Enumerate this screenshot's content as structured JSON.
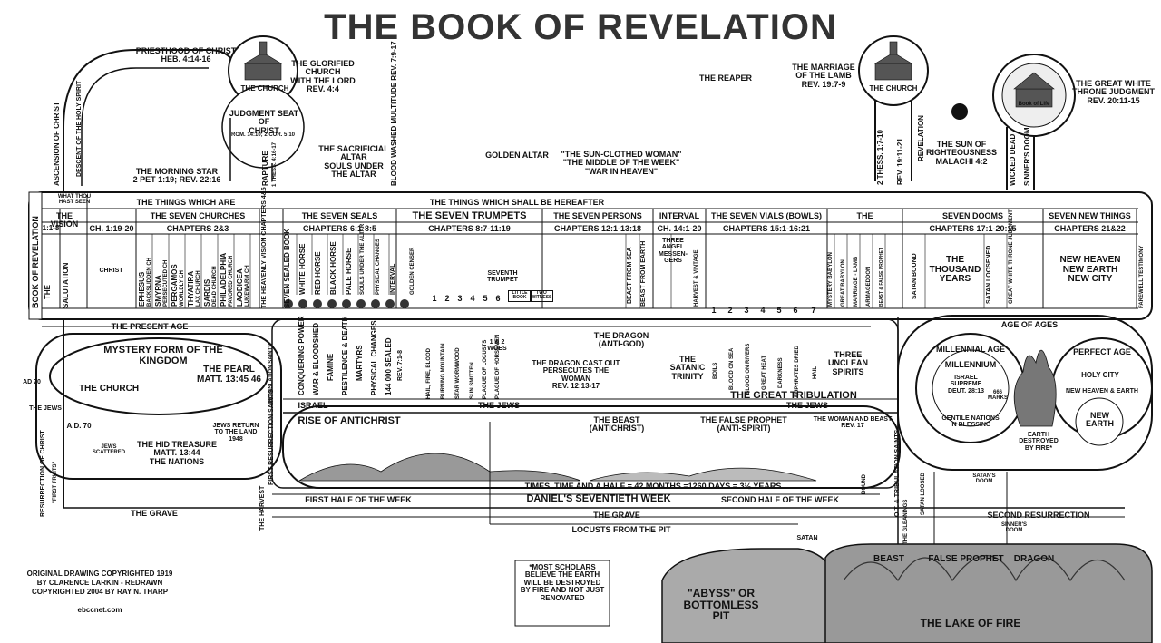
{
  "title": "THE BOOK OF REVELATION",
  "top": {
    "priesthood": "PRIESTHOOD OF CHRIST\nHEB. 4:14-16",
    "church_left_label": "THE CHURCH",
    "glorified_church": "THE GLORIFIED CHURCH\nWITH THE LORD\nREV. 4:4",
    "judgment_seat": "JUDGMENT SEAT OF\nCHRIST",
    "judgment_seat_ref": "ROM. 14:10; 2 COR. 5:10",
    "sacrificial_altar": "THE SACRIFICIAL\nALTAR\nSOULS UNDER\nTHE ALTAR",
    "blood_washed": "BLOOD WASHED MULTITUDE\nREV. 7:9-17",
    "golden_altar": "GOLDEN ALTAR",
    "sun_clothed_woman": "\"THE SUN-CLOTHED WOMAN\"\n\"THE MIDDLE OF THE WEEK\"\n\"WAR IN HEAVEN\"",
    "reaper": "THE REAPER",
    "marriage_lamb": "THE MARRIAGE\nOF THE LAMB\nREV. 19:7-9",
    "church_right_label": "THE CHURCH",
    "sun_righteousness": "THE SUN OF\nRIGHTEOUSNESS\nMALACHI 4:2",
    "great_white_throne": "THE GREAT WHITE\nTHRONE JUDGMENT\nREV. 20:11-15",
    "book_of_life": "Book of Life",
    "morning_star": "THE MORNING STAR\n2 PET 1:19; REV. 22:16",
    "ascension": "ASCENSION OF CHRIST",
    "descent_holy_spirit": "DESCENT OF THE HOLY SPIRIT",
    "rapture": "RAPTURE",
    "rapture_ref": "1 THESS. 4:16-17",
    "thess_2": "2 THESS. 1:7-10",
    "rev_19": "REV. 19:11-21",
    "revelation_v": "REVELATION",
    "wicked_dead": "WICKED DEAD",
    "sinners_doom_top": "SINNER'S DOOM"
  },
  "band": {
    "what_thou_hast_seen": "WHAT THOU\nHAST SEEN",
    "things_which_are": "THE THINGS WHICH ARE",
    "things_hereafter": "THE THINGS WHICH SHALL BE HEREAFTER",
    "book_of_revelation": "BOOK OF REVELATION",
    "headers": [
      "THE VISION",
      "THE SEVEN CHURCHES",
      "THE SEVEN SEALS",
      "THE SEVEN TRUMPETS",
      "THE SEVEN PERSONS",
      "INTERVAL",
      "THE SEVEN VIALS (BOWLS)",
      "THE",
      "SEVEN DOOMS",
      "SEVEN NEW THINGS"
    ],
    "chapters": [
      "1:1-8",
      "CH. 1:19-20",
      "CHAPTERS 2&3",
      "CHAPTERS 6:1-8:5",
      "CHAPTERS 8:7-11:19",
      "CHAPTERS 12:1-13:18",
      "CH. 14:1-20",
      "CHAPTERS 15:1-16:21",
      "CHAPTERS 17:1-20:15",
      "CHAPTERS 21&22"
    ],
    "the_v": "THE",
    "salutation": "SALUTATION",
    "christ": "CHRIST",
    "churches": [
      "EPHESUS",
      "SMYRNA",
      "PERGAMOS",
      "THYATIRA",
      "SARDIS",
      "PHILADELPHIA",
      "LAODICEA"
    ],
    "church_notes": [
      "BACKSLIDDEN CH",
      "PERSECUTED CH",
      "WORLDLY CH",
      "LAX CHURCH",
      "DEAD CHURCH",
      "FAVORED CHURCH",
      "LUKEWARM CH"
    ],
    "heavenly_vision": "THE HEAVENLY VISION\nCHAPTERS 4&5",
    "seven_sealed_book": "SEVEN SEALED BOOK",
    "seals": [
      "WHITE HORSE",
      "RED HORSE",
      "BLACK HORSE",
      "PALE HORSE",
      "SOULS UNDER THE ALTAR",
      "PHYSICAL CHANGES",
      "INTERVAL",
      "GOLDEN CENSER"
    ],
    "seventh_trumpet": "SEVENTH\nTRUMPET",
    "little_book": "LITTLE\nBOOK",
    "two_witness": "TWO\nWITNESS",
    "beast_from_sea": "BEAST FROM SEA",
    "beast_from_earth": "BEAST FROM EARTH",
    "three_angel": "THREE\nANGEL\nMESSEN-\nGERS",
    "harvest_vintage": "HARVEST & VINTAGE",
    "dooms": [
      "MYSTERY BABYLON",
      "GREAT BABYLON",
      "MARRIAGE - LAMB",
      "ARMAGEDDON",
      "BEAST & FALSE PROPHET"
    ],
    "satan_bound": "SATAN BOUND",
    "thousand_years": "THE\nTHOUSAND\nYEARS",
    "satan_loosened": "SATAN LOOSENED",
    "great_white_throne_v": "GREAT WHITE\nTHRONE JUDGMENT",
    "new_things": "NEW HEAVEN\nNEW EARTH\nNEW CITY",
    "farewell": "FAREWELL TESTIMONY",
    "trumpet_numbers": [
      "1",
      "2",
      "3",
      "4",
      "5",
      "6"
    ],
    "vial_numbers": [
      "1",
      "2",
      "3",
      "4",
      "5",
      "6",
      "7"
    ]
  },
  "middle": {
    "present_age": "THE PRESENT AGE",
    "mystery_form": "MYSTERY FORM OF THE KINGDOM",
    "the_church": "THE CHURCH",
    "pearl": "THE PEARL\nMATT. 13:45 46",
    "ad70_top": "AD 70",
    "the_jews_left": "THE JEWS",
    "ad70": "A.D. 70",
    "hid_treasure": "THE HID TREASURE\nMATT. 13:44\nTHE NATIONS",
    "jews_scattered": "JEWS\nSCATTERED",
    "jews_return": "JEWS RETURN\nTO THE LAND\n1948",
    "first_fruits": "\"FIRST FRUITS\"",
    "resurrection_christ": "RESURRECTION OF CHRIST",
    "the_harvest": "THE HARVEST",
    "first_resurrection": "FIRST RESURRECTION SAINTS",
    "translation_saints": "TRANSLATION SAINTS",
    "seal_effects": [
      "CONQUERING POWER",
      "WAR & BLOODSHED",
      "FAMINE",
      "PESTILENCE & DEATH",
      "MARTYRS",
      "PHYSICAL CHANGES",
      "144 000 SEALED"
    ],
    "rev_7": "REV. 7:1-8",
    "trumpet_effects": [
      "HAIL, FIRE, BLOOD",
      "BURNING MOUNTAIN",
      "STAR WORMWOOD",
      "SUN SMITTEN",
      "PLAGUE OF LOCUSTS",
      "PLAGUE OF HORSEMEN"
    ],
    "woes": "1 & 2\nWOES",
    "dragon": "THE DRAGON\n(ANTI-GOD)",
    "dragon_cast_out": "THE DRAGON CAST OUT\nPERSECUTES THE\nWOMAN\nREV. 12:13-17",
    "satanic_trinity": "THE\nSATANIC\nTRINITY",
    "vial_effects": [
      "BOILS",
      "BLOOD ON SEA",
      "BLOOD ON RIVERS",
      "GREAT HEAT",
      "DARKNESS",
      "EUPHRATES DRIED",
      "HAIL"
    ],
    "three_unclean": "THREE\nUNCLEAN\nSPIRITS",
    "great_tribulation": "THE GREAT TRIBULATION",
    "israel": "ISRAEL",
    "the_jews_mid": "THE JEWS",
    "the_jews_right": "THE JEWS",
    "rise_antichrist": "RISE OF ANTICHRIST",
    "the_beast": "THE BEAST\n(ANTICHRIST)",
    "false_prophet": "THE FALSE PROPHET\n(ANTI-SPIRIT)",
    "woman_and_beast": "THE WOMAN AND BEAST\nREV. 17",
    "times": "TIMES, TIME AND A HALF = 42 MONTHS =1260 DAYS = 3½ YEARS",
    "daniels_week": "DANIEL'S SEVENTIETH WEEK",
    "first_half": "FIRST HALF OF THE WEEK",
    "second_half": "SECOND HALF OF THE WEEK",
    "age_of_ages": "AGE OF AGES",
    "millennial_age": "MILLENNIAL AGE",
    "millennium": "MILLENNIUM",
    "israel_supreme": "ISRAEL\nSUPREME\nDEUT. 28:13",
    "gentile_nations": "GENTILE NATIONS\nIN BLESSING",
    "rev_666": "666\nMARKS",
    "earth_destroyed": "EARTH\nDESTROYED\nBY FIRE*",
    "perfect_age": "PERFECT AGE",
    "holy_city": "HOLY    CITY",
    "new_heaven_earth": "NEW HEAVEN & EARTH",
    "new_earth": "NEW\nEARTH",
    "ot_trib_saints": "O.T. & TRIBULATION SAINTS",
    "the_gleanings": "THE GLEANINGS",
    "bound": "BOUND",
    "satan_loosed": "SATAN LOOSED",
    "satans_doom": "SATAN'S\nDOOM",
    "sinners_doom": "SINNER'S\nDOOM"
  },
  "bottom": {
    "the_grave_left": "THE GRAVE",
    "the_grave_mid": "THE GRAVE",
    "locusts": "LOCUSTS FROM THE PIT",
    "second_resurrection": "SECOND RESURRECTION",
    "satan": "SATAN",
    "abyss": "\"ABYSS\" OR\nBOTTOMLESS\nPIT",
    "beast": "BEAST",
    "false_prophet": "FALSE PROPHET",
    "dragon": "DRAGON",
    "lake_of_fire": "THE LAKE OF FIRE",
    "scholars_note": "*MOST SCHOLARS\nBELIEVE THE EARTH\nWILL BE DESTROYED\nBY FIRE AND NOT JUST\nRENOVATED",
    "copyright": "ORIGINAL DRAWING COPYRIGHTED 1919\nBY CLARENCE LARKIN - REDRAWN\nCOPYRIGHTED 2004 BY RAY N. THARP",
    "website": "ebccnet.com"
  }
}
